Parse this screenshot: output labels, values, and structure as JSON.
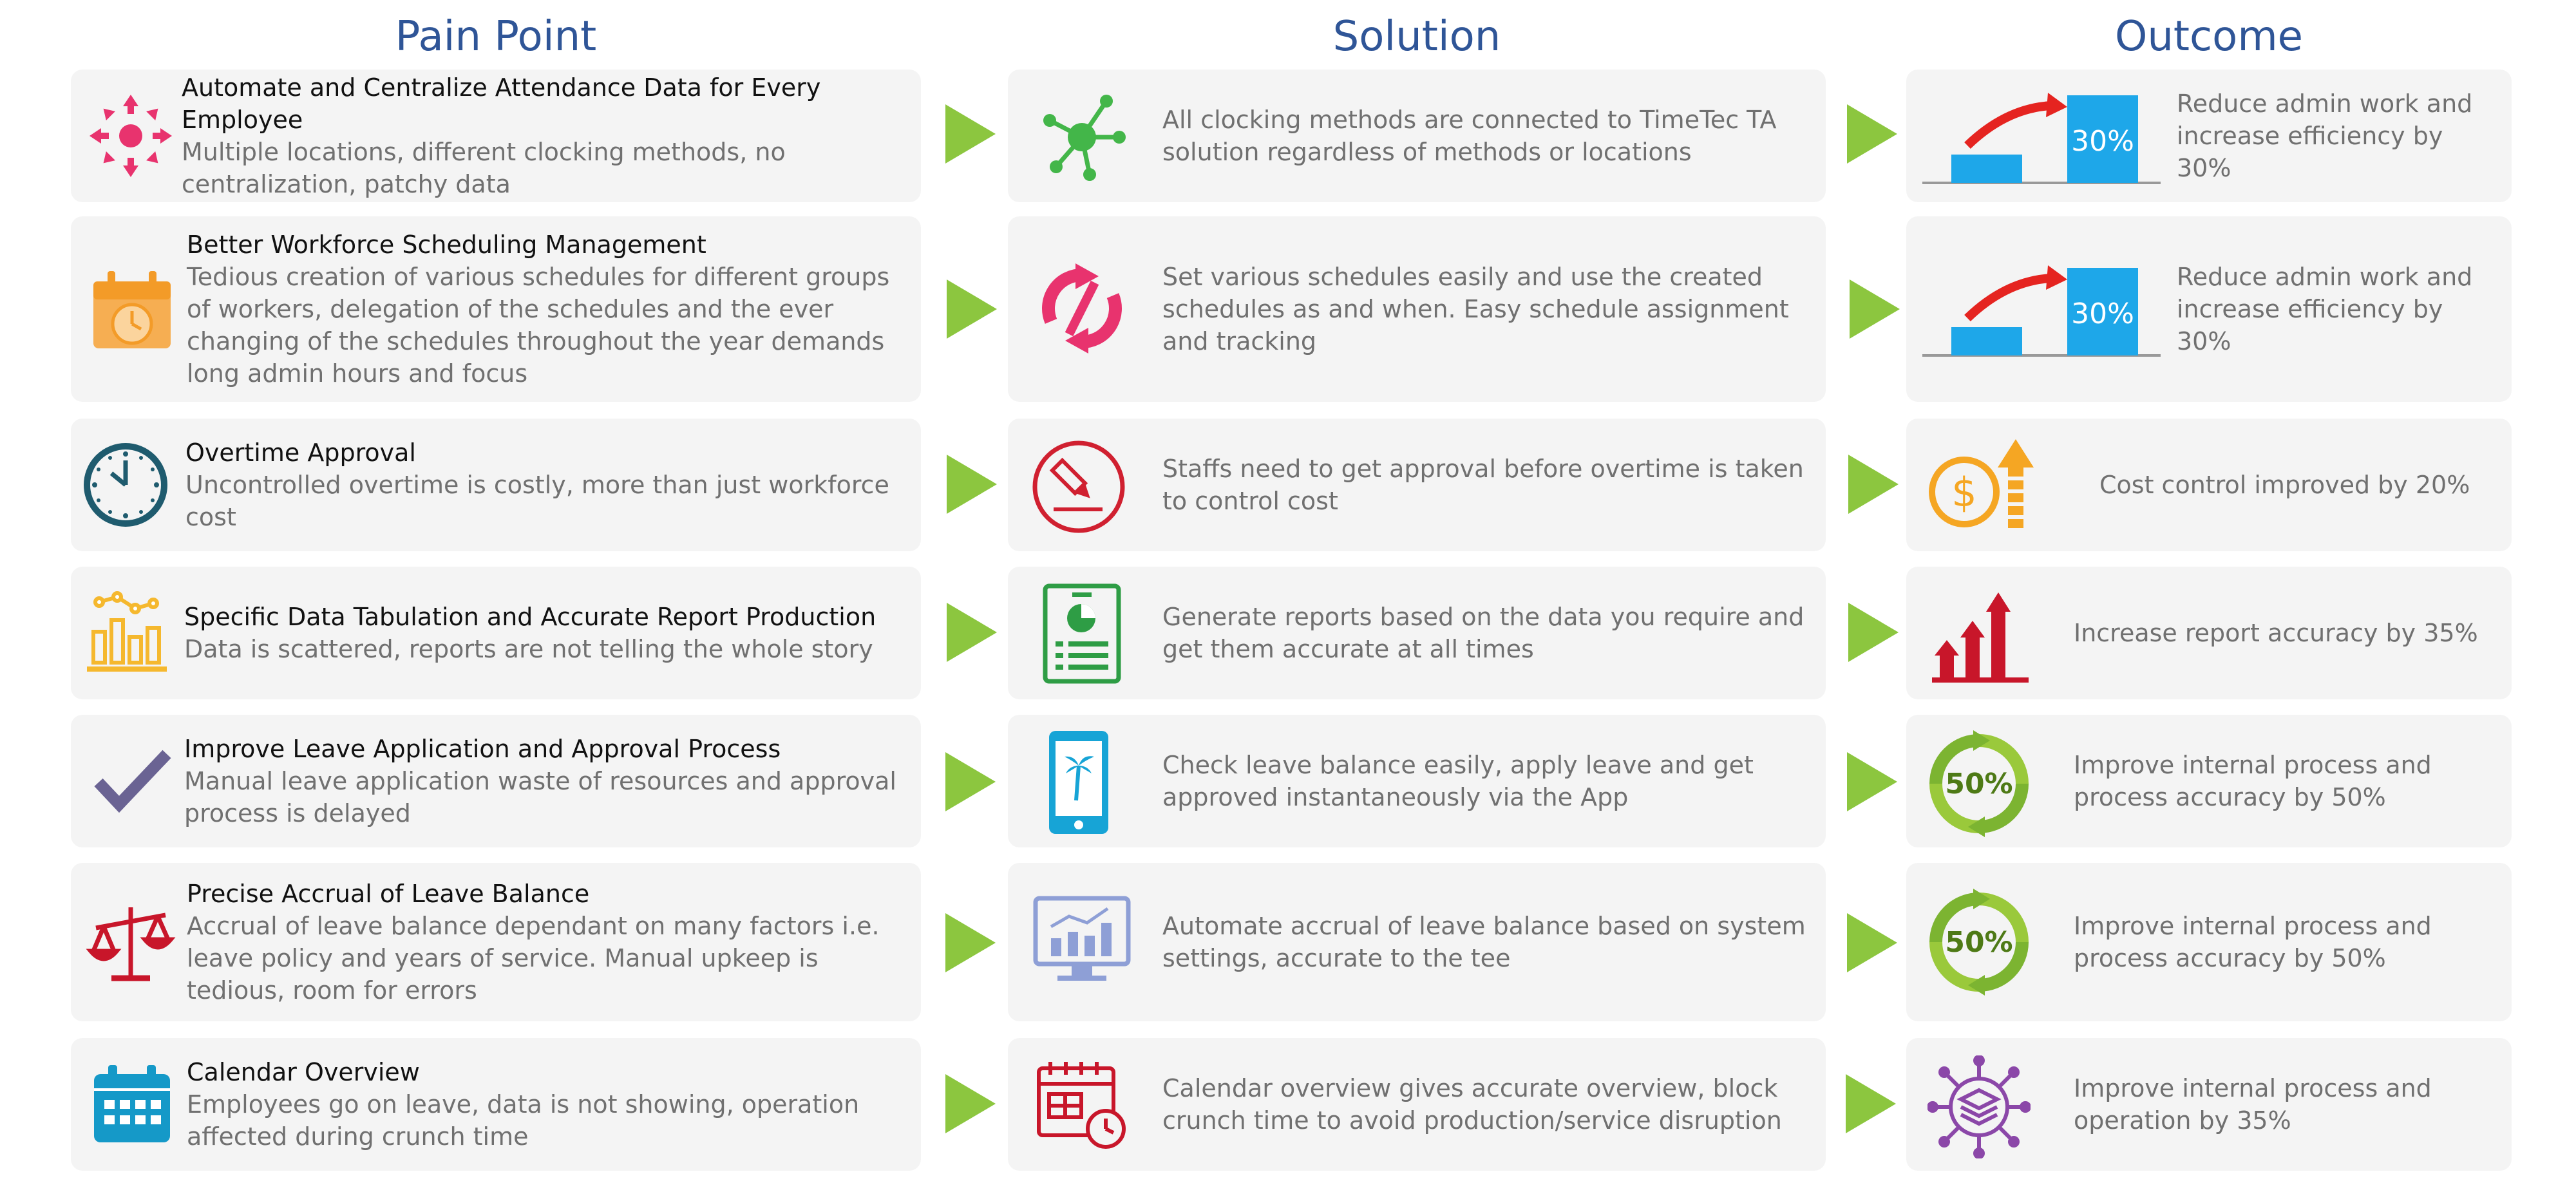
{
  "headers": {
    "pain": "Pain Point",
    "solution": "Solution",
    "outcome": "Outcome"
  },
  "colors": {
    "header": "#2f5597",
    "arrow": "#8cc63f",
    "card": "#f4f4f4",
    "blue_bar": "#1ea7e9"
  },
  "rows": [
    {
      "pain_title": "Automate and Centralize Attendance Data for Every Employee",
      "pain_desc": "Multiple locations, different clocking methods, no centralization, patchy data",
      "pain_icon": "centralize-arrows-icon",
      "solution": "All clocking methods are connected to TimeTec TA solution regardless of methods or locations",
      "solution_icon": "network-nodes-icon",
      "outcome": "Reduce admin work and increase efficiency by 30%",
      "outcome_icon": "growth-bar-chart-icon",
      "outcome_badge": "30%"
    },
    {
      "pain_title": "Better Workforce Scheduling Management",
      "pain_desc": "Tedious creation of various schedules for different groups of workers, delegation of the schedules and the ever changing of the schedules throughout the year demands long admin hours and focus",
      "pain_icon": "calendar-clock-icon",
      "solution": "Set various schedules easily and use the created schedules as and when. Easy schedule assignment and tracking",
      "solution_icon": "sync-cycle-icon",
      "outcome": "Reduce admin work and increase efficiency by 30%",
      "outcome_icon": "growth-bar-chart-icon",
      "outcome_badge": "30%"
    },
    {
      "pain_title": "Overtime Approval",
      "pain_desc": "Uncontrolled overtime is costly, more than just workforce cost",
      "pain_icon": "clock-icon",
      "solution": "Staffs need to get approval before overtime is taken to control cost",
      "solution_icon": "signature-pen-icon",
      "outcome": "Cost control improved by 20%",
      "outcome_icon": "dollar-up-arrow-icon"
    },
    {
      "pain_title": "Specific Data Tabulation and Accurate Report Production",
      "pain_desc": "Data is scattered, reports are not telling the whole story",
      "pain_icon": "bar-line-chart-icon",
      "solution": "Generate reports based on the data you require and get them accurate at all times",
      "solution_icon": "report-document-icon",
      "outcome": "Increase report accuracy by 35%",
      "outcome_icon": "rising-bars-arrows-icon"
    },
    {
      "pain_title": "Improve Leave Application and Approval Process",
      "pain_desc": "Manual leave application waste of resources and approval process is delayed",
      "pain_icon": "checkmark-icon",
      "solution": "Check leave balance easily, apply leave and get approved instantaneously via the App",
      "solution_icon": "mobile-palm-tree-icon",
      "outcome": "Improve internal process and process accuracy by 50%",
      "outcome_icon": "recycle-percent-icon",
      "outcome_badge": "50%"
    },
    {
      "pain_title": "Precise Accrual of Leave Balance",
      "pain_desc": "Accrual of leave balance dependant on many factors i.e. leave policy and years of service. Manual upkeep is tedious, room for errors",
      "pain_icon": "balance-scale-icon",
      "solution": "Automate accrual of leave balance based on system settings, accurate to the tee",
      "solution_icon": "monitor-chart-icon",
      "outcome": "Improve internal process and process accuracy by 50%",
      "outcome_icon": "recycle-percent-icon",
      "outcome_badge": "50%"
    },
    {
      "pain_title": "Calendar Overview",
      "pain_desc": "Employees go on leave, data is not showing, operation affected during crunch time",
      "pain_icon": "calendar-grid-icon",
      "solution": "Calendar overview gives accurate overview, block crunch time to avoid production/service disruption",
      "solution_icon": "calendar-clock-outline-icon",
      "outcome": "Improve internal process and operation by 35%",
      "outcome_icon": "layers-network-icon"
    }
  ]
}
